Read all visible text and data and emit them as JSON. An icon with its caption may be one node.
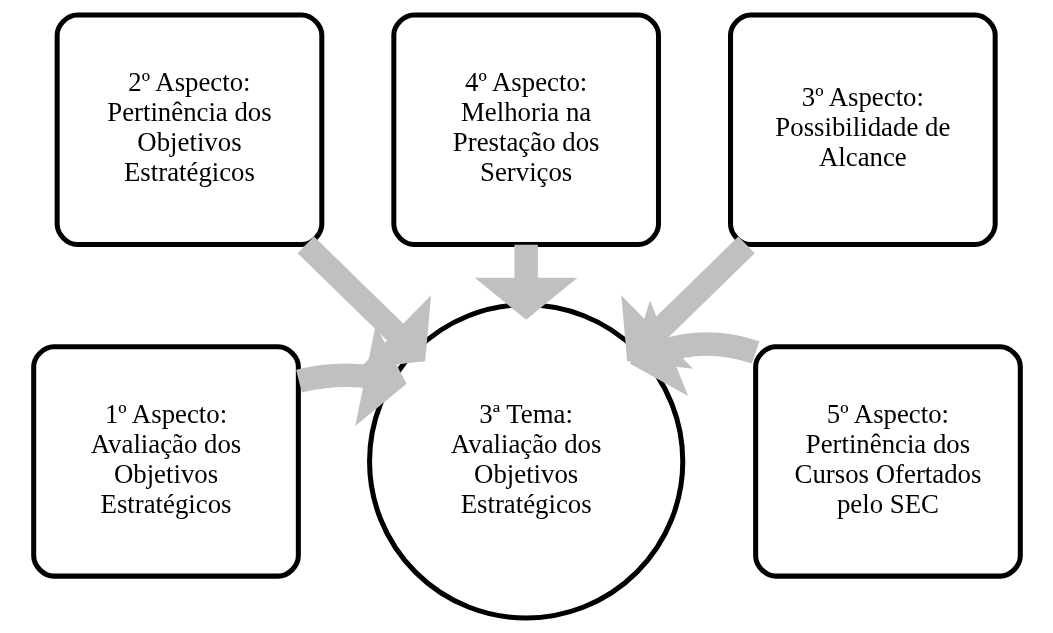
{
  "diagram": {
    "nodes": [
      {
        "text": [
          "1º Aspecto: Avaliação dos Objetivos Estratégicos"
        ]
      },
      {
        "text": [
          "2º Aspecto: Pertinência dos Objetivos Estratégicos"
        ]
      },
      {
        "text": [
          "3º Aspecto: Possibilidade de Alcance"
        ]
      },
      {
        "text": [
          "4º Aspecto: Melhoria na Prestação dos Serviços"
        ]
      },
      {
        "text": [
          "5º Aspecto: Pertinência dos Cursos Ofertados pelo SEC"
        ]
      },
      {
        "text": [
          "3ª Tema: Avaliação dos Objetivos Estratégicos"
        ]
      }
    ],
    "edges": [
      {
        "from": 0,
        "to": 5,
        "arrow": "to"
      },
      {
        "from": 1,
        "to": 5,
        "arrow": "to"
      },
      {
        "from": 2,
        "to": 5,
        "arrow": "to"
      },
      {
        "from": 3,
        "to": 5,
        "arrow": "to"
      },
      {
        "from": 4,
        "to": 5,
        "arrow": "to"
      }
    ]
  }
}
